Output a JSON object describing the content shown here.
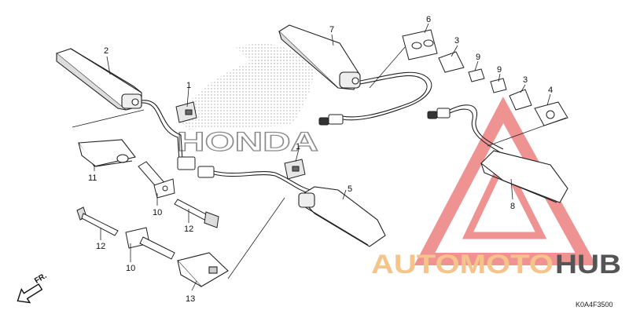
{
  "callouts": {
    "c1a": "1",
    "c1b": "1",
    "c2": "2",
    "c3a": "3",
    "c3b": "3",
    "c4": "4",
    "c5": "5",
    "c6": "6",
    "c7": "7",
    "c8": "8",
    "c9a": "9",
    "c9b": "9",
    "c10a": "10",
    "c10b": "10",
    "c11": "11",
    "c12a": "12",
    "c12b": "12",
    "c13": "13"
  },
  "watermark": {
    "honda_text": "HONDA",
    "brand_part1": "AUTOMOTO",
    "brand_part2": "HUB",
    "brand_color_1": "#f5c48a",
    "brand_color_2": "#555555",
    "triangle_color": "#e23a3a"
  },
  "direction_label": "FR.",
  "diagram_code": "K0A4F3500"
}
